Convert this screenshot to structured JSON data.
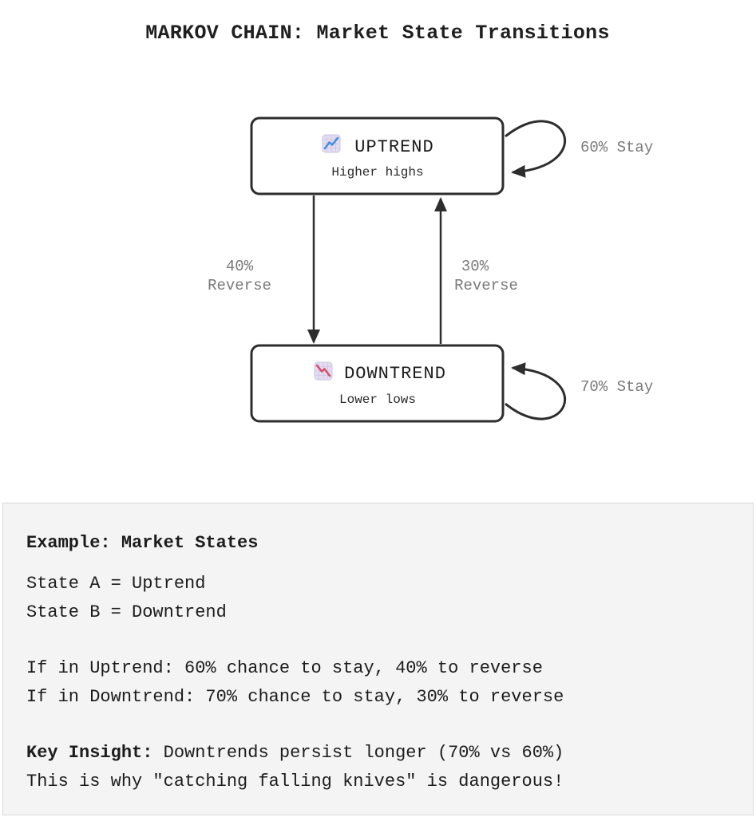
{
  "title": "MARKOV CHAIN: Market State Transitions",
  "diagram": {
    "states": {
      "uptrend": {
        "label": "UPTREND",
        "sublabel": "Higher highs",
        "icon": "chart-increasing-emoji",
        "stay_label": "60% Stay"
      },
      "downtrend": {
        "label": "DOWNTREND",
        "sublabel": "Lower lows",
        "icon": "chart-decreasing-emoji",
        "stay_label": "70% Stay"
      }
    },
    "transitions": {
      "uptrend_to_downtrend": {
        "percent": "40%",
        "label": "Reverse"
      },
      "downtrend_to_uptrend": {
        "percent": "30%",
        "label": "Reverse"
      }
    }
  },
  "panel": {
    "heading": "Example: Market States",
    "state_a": "State A = Uptrend",
    "state_b": "State B = Downtrend",
    "uptrend_rule": "If in Uptrend: 60% chance to stay, 40% to reverse",
    "downtrend_rule": "If in Downtrend: 70% chance to stay, 30% to reverse",
    "key_insight_label": "Key Insight:",
    "key_insight_text": "Downtrends persist longer (70% vs 60%)",
    "warning": "This is why \"catching falling knives\" is dangerous!"
  },
  "colors": {
    "line": "#2d2d2d",
    "muted_label": "#7a7a7a",
    "panel_bg": "#f4f4f5",
    "panel_border": "#d9d9d9",
    "uptrend_line": "#4a90d9",
    "downtrend_line": "#d94f6f",
    "emoji_bg": "#e3ddf1"
  }
}
